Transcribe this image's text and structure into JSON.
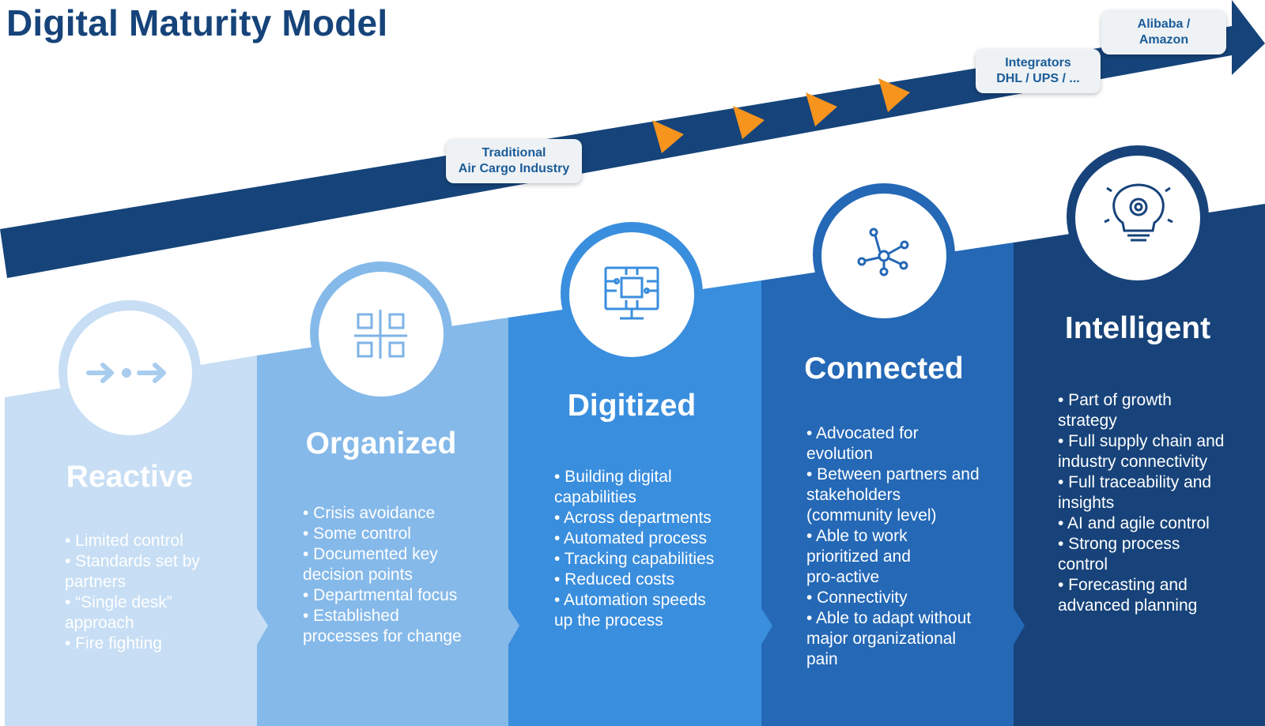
{
  "title": "Digital Maturity Model",
  "arrow_tags": [
    {
      "line1": "Traditional",
      "line2": "Air Cargo Industry"
    },
    {
      "line1": "Integrators",
      "line2": "DHL / UPS / ..."
    },
    {
      "line1": "Alibaba /",
      "line2": "Amazon"
    }
  ],
  "colors": {
    "arrow": "#16447a",
    "chevrons": "#f7941d",
    "stage_fills": [
      "#c7def4",
      "#85b9e9",
      "#3a8ede",
      "#2468b6",
      "#17437a"
    ]
  },
  "stages": [
    {
      "name": "Reactive",
      "icon": "arrows-right-icon",
      "bullets": [
        "• Limited control",
        "• Standards set by",
        "partners",
        "• “Single desk”",
        "approach",
        "• Fire fighting"
      ]
    },
    {
      "name": "Organized",
      "icon": "grid-squares-icon",
      "bullets": [
        "• Crisis avoidance",
        "• Some control",
        "• Documented key",
        "decision points",
        "• Departmental focus",
        "• Established",
        "processes for change"
      ]
    },
    {
      "name": "Digitized",
      "icon": "circuit-monitor-icon",
      "bullets": [
        "• Building digital",
        "capabilities",
        "• Across departments",
        "• Automated process",
        "• Tracking capabilities",
        "• Reduced costs",
        "• Automation speeds",
        "up the process"
      ]
    },
    {
      "name": "Connected",
      "icon": "network-nodes-icon",
      "bullets": [
        "• Advocated for",
        "evolution",
        "• Between partners and",
        "stakeholders",
        "(community level)",
        "• Able to work",
        "prioritized and",
        "pro-active",
        "• Connectivity",
        "• Able to adapt without",
        "major organizational",
        "pain"
      ]
    },
    {
      "name": "Intelligent",
      "icon": "lightbulb-gear-icon",
      "bullets": [
        "• Part of growth",
        "strategy",
        "• Full supply chain and",
        "industry connectivity",
        "• Full traceability and",
        "insights",
        "• AI and agile control",
        "• Strong process",
        "control",
        "• Forecasting and",
        "advanced planning"
      ]
    }
  ]
}
